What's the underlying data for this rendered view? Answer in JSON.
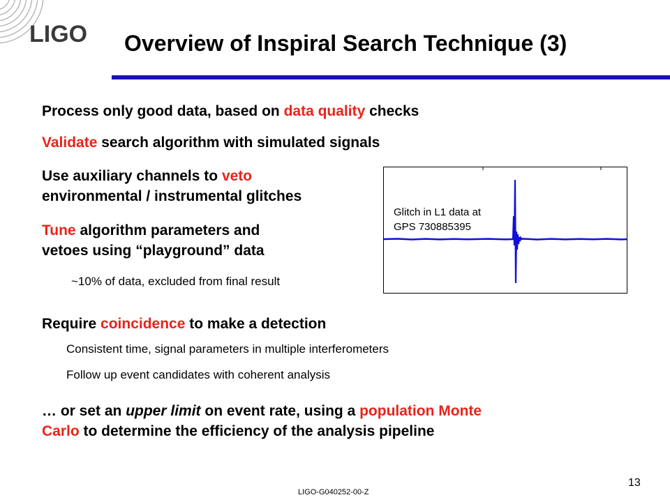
{
  "logo": {
    "text": "LIGO"
  },
  "title": "Overview of Inspiral Search Technique (3)",
  "bullets": {
    "b1": {
      "pre": "Process only good data, based on ",
      "red": "data quality",
      "post": " checks"
    },
    "b2": {
      "red": "Validate",
      "post": " search algorithm with simulated signals"
    },
    "b3": {
      "line1_pre": "Use auxiliary channels to ",
      "line1_red": "veto",
      "line2": "environmental / instrumental glitches"
    },
    "b4": {
      "line1_red": "Tune",
      "line1_post": " algorithm parameters and",
      "line2": "vetoes using “playground” data"
    },
    "b4_sub": "~10% of data, excluded from final result",
    "b5": {
      "pre": "Require ",
      "red": "coincidence",
      "post": " to make a detection"
    },
    "b5_sub1": "Consistent time, signal parameters in multiple interferometers",
    "b5_sub2": "Follow up event candidates with coherent analysis",
    "b6": {
      "pre": "… or set an ",
      "ital": "upper limit",
      "mid": " on event rate, using a ",
      "red1": "population Monte",
      "red2": "Carlo",
      "post": " to determine the efficiency of the analysis pipeline"
    }
  },
  "glitch_plot": {
    "caption_line1": "Glitch in L1 data at",
    "caption_line2": "GPS 730885395",
    "line_color": "#1010d8"
  },
  "footer": {
    "doc_id": "LIGO-G040252-00-Z",
    "page_number": "13"
  },
  "colors": {
    "accent_red": "#e8231b",
    "title_bar": "#1a12b8"
  }
}
